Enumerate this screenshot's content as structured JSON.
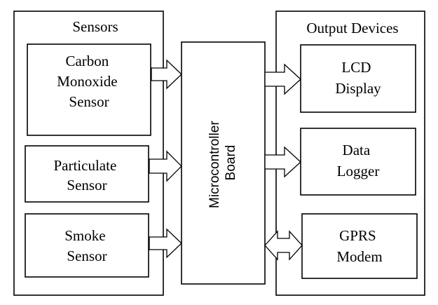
{
  "sensors": {
    "title": "Sensors",
    "items": [
      {
        "lines": [
          "Carbon",
          "Monoxide",
          "Sensor"
        ]
      },
      {
        "lines": [
          "Particulate",
          "Sensor"
        ]
      },
      {
        "lines": [
          "Smoke",
          "Sensor"
        ]
      }
    ]
  },
  "controller": {
    "lines": [
      "Microcontroller",
      "Board"
    ]
  },
  "outputs": {
    "title": "Output Devices",
    "items": [
      {
        "lines": [
          "LCD",
          "Display"
        ]
      },
      {
        "lines": [
          "Data",
          "Logger"
        ]
      },
      {
        "lines": [
          "GPRS",
          "Modem"
        ]
      }
    ]
  },
  "colors": {
    "stroke": "#000000",
    "fill": "#ffffff"
  }
}
